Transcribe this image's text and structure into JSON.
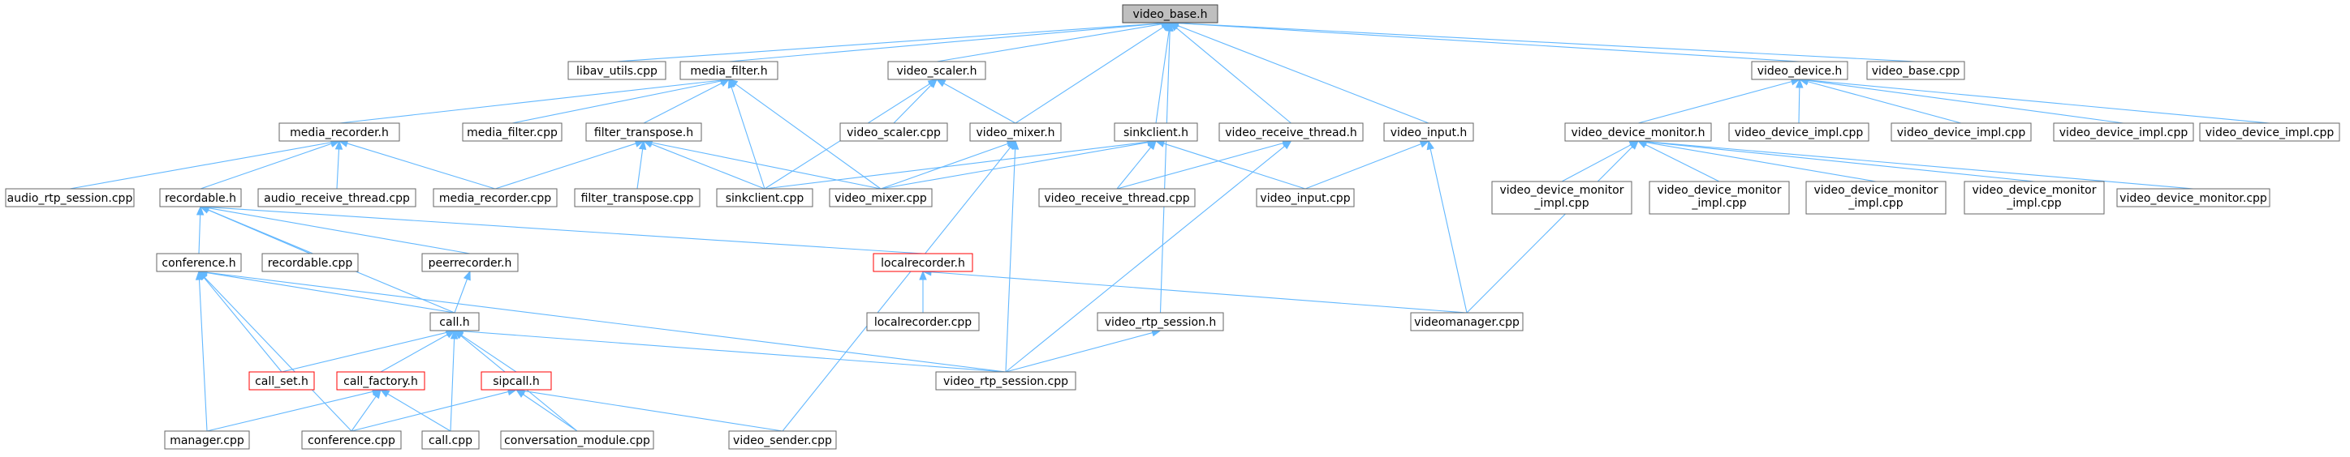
{
  "graph": {
    "root": "video_base.h",
    "colors": {
      "edge": "#63b8ff",
      "red_border": "#ff0000",
      "root_fill": "#bfbfbf"
    },
    "nodes": {
      "video_base_h": {
        "label": "video_base.h",
        "style": "root"
      },
      "libav_utils_cpp": {
        "label": "libav_utils.cpp"
      },
      "media_filter_h": {
        "label": "media_filter.h"
      },
      "video_scaler_h": {
        "label": "video_scaler.h"
      },
      "video_device_h": {
        "label": "video_device.h"
      },
      "video_base_cpp": {
        "label": "video_base.cpp"
      },
      "media_recorder_h": {
        "label": "media_recorder.h"
      },
      "media_filter_cpp": {
        "label": "media_filter.cpp"
      },
      "filter_transpose_h": {
        "label": "filter_transpose.h"
      },
      "video_scaler_cpp": {
        "label": "video_scaler.cpp"
      },
      "video_mixer_h": {
        "label": "video_mixer.h"
      },
      "sinkclient_h": {
        "label": "sinkclient.h"
      },
      "video_receive_thread_h": {
        "label": "video_receive_thread.h"
      },
      "video_input_h": {
        "label": "video_input.h"
      },
      "video_device_monitor_h": {
        "label": "video_device_monitor.h"
      },
      "video_device_impl_cpp_1": {
        "label": "video_device_impl.cpp"
      },
      "video_device_impl_cpp_2": {
        "label": "video_device_impl.cpp"
      },
      "video_device_impl_cpp_3": {
        "label": "video_device_impl.cpp"
      },
      "video_device_impl_cpp_4": {
        "label": "video_device_impl.cpp"
      },
      "audio_rtp_session_cpp": {
        "label": "audio_rtp_session.cpp"
      },
      "recordable_h": {
        "label": "recordable.h"
      },
      "audio_receive_thread_cpp": {
        "label": "audio_receive_thread.cpp"
      },
      "media_recorder_cpp": {
        "label": "media_recorder.cpp"
      },
      "filter_transpose_cpp": {
        "label": "filter_transpose.cpp"
      },
      "sinkclient_cpp": {
        "label": "sinkclient.cpp"
      },
      "video_mixer_cpp": {
        "label": "video_mixer.cpp"
      },
      "video_receive_thread_cpp": {
        "label": "video_receive_thread.cpp"
      },
      "video_input_cpp": {
        "label": "video_input.cpp"
      },
      "video_device_monitor_impl_cpp_1": {
        "label": [
          "video_device_monitor",
          "_impl.cpp"
        ]
      },
      "video_device_monitor_impl_cpp_2": {
        "label": [
          "video_device_monitor",
          "_impl.cpp"
        ]
      },
      "video_device_monitor_impl_cpp_3": {
        "label": [
          "video_device_monitor",
          "_impl.cpp"
        ]
      },
      "video_device_monitor_impl_cpp_4": {
        "label": [
          "video_device_monitor",
          "_impl.cpp"
        ]
      },
      "video_device_monitor_cpp": {
        "label": "video_device_monitor.cpp"
      },
      "conference_h": {
        "label": "conference.h"
      },
      "recordable_cpp": {
        "label": "recordable.cpp"
      },
      "peerrecorder_h": {
        "label": "peerrecorder.h"
      },
      "localrecorder_h": {
        "label": "localrecorder.h",
        "style": "red"
      },
      "localrecorder_cpp": {
        "label": "localrecorder.cpp"
      },
      "video_rtp_session_h": {
        "label": "video_rtp_session.h"
      },
      "videomanager_cpp": {
        "label": "videomanager.cpp"
      },
      "call_h": {
        "label": "call.h"
      },
      "call_set_h": {
        "label": "call_set.h",
        "style": "red"
      },
      "call_factory_h": {
        "label": "call_factory.h",
        "style": "red"
      },
      "sipcall_h": {
        "label": "sipcall.h",
        "style": "red"
      },
      "video_rtp_session_cpp": {
        "label": "video_rtp_session.cpp"
      },
      "manager_cpp": {
        "label": "manager.cpp"
      },
      "conference_cpp": {
        "label": "conference.cpp"
      },
      "call_cpp": {
        "label": "call.cpp"
      },
      "conversation_module_cpp": {
        "label": "conversation_module.cpp"
      },
      "video_sender_cpp": {
        "label": "video_sender.cpp"
      }
    },
    "edges": [
      [
        "libav_utils_cpp",
        "video_base_h"
      ],
      [
        "media_filter_h",
        "video_base_h"
      ],
      [
        "video_scaler_h",
        "video_base_h"
      ],
      [
        "video_device_h",
        "video_base_h"
      ],
      [
        "video_base_cpp",
        "video_base_h"
      ],
      [
        "video_mixer_h",
        "video_base_h"
      ],
      [
        "sinkclient_h",
        "video_base_h"
      ],
      [
        "video_receive_thread_h",
        "video_base_h"
      ],
      [
        "video_input_h",
        "video_base_h"
      ],
      [
        "video_rtp_session_h",
        "video_base_h"
      ],
      [
        "media_recorder_h",
        "media_filter_h"
      ],
      [
        "media_filter_cpp",
        "media_filter_h"
      ],
      [
        "filter_transpose_h",
        "media_filter_h"
      ],
      [
        "sinkclient_cpp",
        "media_filter_h"
      ],
      [
        "video_mixer_cpp",
        "media_filter_h"
      ],
      [
        "video_scaler_cpp",
        "video_scaler_h"
      ],
      [
        "video_mixer_h",
        "video_scaler_h"
      ],
      [
        "sinkclient_cpp",
        "video_scaler_h"
      ],
      [
        "video_device_monitor_h",
        "video_device_h"
      ],
      [
        "video_device_impl_cpp_1",
        "video_device_h"
      ],
      [
        "video_device_impl_cpp_2",
        "video_device_h"
      ],
      [
        "video_device_impl_cpp_3",
        "video_device_h"
      ],
      [
        "video_device_impl_cpp_4",
        "video_device_h"
      ],
      [
        "audio_rtp_session_cpp",
        "media_recorder_h"
      ],
      [
        "recordable_h",
        "media_recorder_h"
      ],
      [
        "audio_receive_thread_cpp",
        "media_recorder_h"
      ],
      [
        "media_recorder_cpp",
        "media_recorder_h"
      ],
      [
        "media_recorder_cpp",
        "filter_transpose_h"
      ],
      [
        "filter_transpose_cpp",
        "filter_transpose_h"
      ],
      [
        "sinkclient_cpp",
        "filter_transpose_h"
      ],
      [
        "video_mixer_cpp",
        "filter_transpose_h"
      ],
      [
        "video_mixer_cpp",
        "video_mixer_h"
      ],
      [
        "video_rtp_session_cpp",
        "video_mixer_h"
      ],
      [
        "video_sender_cpp",
        "video_mixer_h"
      ],
      [
        "sinkclient_cpp",
        "sinkclient_h"
      ],
      [
        "video_mixer_cpp",
        "sinkclient_h"
      ],
      [
        "video_receive_thread_cpp",
        "sinkclient_h"
      ],
      [
        "video_input_cpp",
        "sinkclient_h"
      ],
      [
        "video_receive_thread_cpp",
        "video_receive_thread_h"
      ],
      [
        "video_rtp_session_cpp",
        "video_receive_thread_h"
      ],
      [
        "video_input_cpp",
        "video_input_h"
      ],
      [
        "videomanager_cpp",
        "video_input_h"
      ],
      [
        "video_device_monitor_impl_cpp_1",
        "video_device_monitor_h"
      ],
      [
        "video_device_monitor_impl_cpp_2",
        "video_device_monitor_h"
      ],
      [
        "video_device_monitor_impl_cpp_3",
        "video_device_monitor_h"
      ],
      [
        "video_device_monitor_impl_cpp_4",
        "video_device_monitor_h"
      ],
      [
        "video_device_monitor_cpp",
        "video_device_monitor_h"
      ],
      [
        "videomanager_cpp",
        "video_device_monitor_h"
      ],
      [
        "conference_h",
        "recordable_h"
      ],
      [
        "recordable_cpp",
        "recordable_h"
      ],
      [
        "peerrecorder_h",
        "recordable_h"
      ],
      [
        "localrecorder_h",
        "recordable_h"
      ],
      [
        "call_h",
        "recordable_h"
      ],
      [
        "call_h",
        "conference_h"
      ],
      [
        "call_set_h",
        "conference_h"
      ],
      [
        "manager_cpp",
        "conference_h"
      ],
      [
        "conference_cpp",
        "conference_h"
      ],
      [
        "video_rtp_session_cpp",
        "conference_h"
      ],
      [
        "call_h",
        "peerrecorder_h"
      ],
      [
        "localrecorder_cpp",
        "localrecorder_h"
      ],
      [
        "videomanager_cpp",
        "localrecorder_h"
      ],
      [
        "video_rtp_session_cpp",
        "video_rtp_session_h"
      ],
      [
        "call_set_h",
        "call_h"
      ],
      [
        "call_factory_h",
        "call_h"
      ],
      [
        "sipcall_h",
        "call_h"
      ],
      [
        "call_cpp",
        "call_h"
      ],
      [
        "conversation_module_cpp",
        "call_h"
      ],
      [
        "video_rtp_session_cpp",
        "call_h"
      ],
      [
        "manager_cpp",
        "call_factory_h"
      ],
      [
        "conference_cpp",
        "call_factory_h"
      ],
      [
        "call_cpp",
        "call_factory_h"
      ],
      [
        "conference_cpp",
        "sipcall_h"
      ],
      [
        "conversation_module_cpp",
        "sipcall_h"
      ],
      [
        "video_sender_cpp",
        "sipcall_h"
      ]
    ]
  }
}
